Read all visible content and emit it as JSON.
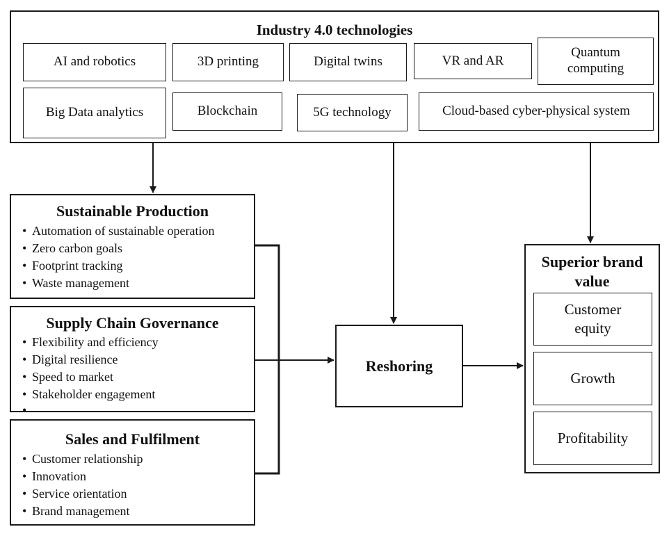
{
  "technologies": {
    "title": "Industry 4.0 technologies",
    "items": [
      "AI and robotics",
      "3D printing",
      "Digital twins",
      "VR and AR",
      "Quantum computing",
      "Big Data analytics",
      "Blockchain",
      "5G technology",
      "Cloud-based cyber-physical system"
    ]
  },
  "sustainable_production": {
    "title": "Sustainable Production",
    "bullets": [
      "Automation of sustainable operation",
      "Zero carbon goals",
      "Footprint tracking",
      "Waste management"
    ]
  },
  "supply_chain": {
    "title": "Supply Chain Governance",
    "bullets": [
      "Flexibility and efficiency",
      "Digital resilience",
      "Speed to market",
      "Stakeholder engagement",
      ""
    ]
  },
  "sales": {
    "title": "Sales and Fulfilment",
    "bullets": [
      "Customer relationship",
      "Innovation",
      "Service orientation",
      "Brand management"
    ]
  },
  "reshoring": {
    "label": "Reshoring"
  },
  "brand_value": {
    "title": "Superior brand value",
    "items": [
      "Customer equity",
      "Growth",
      "Profitability"
    ]
  }
}
